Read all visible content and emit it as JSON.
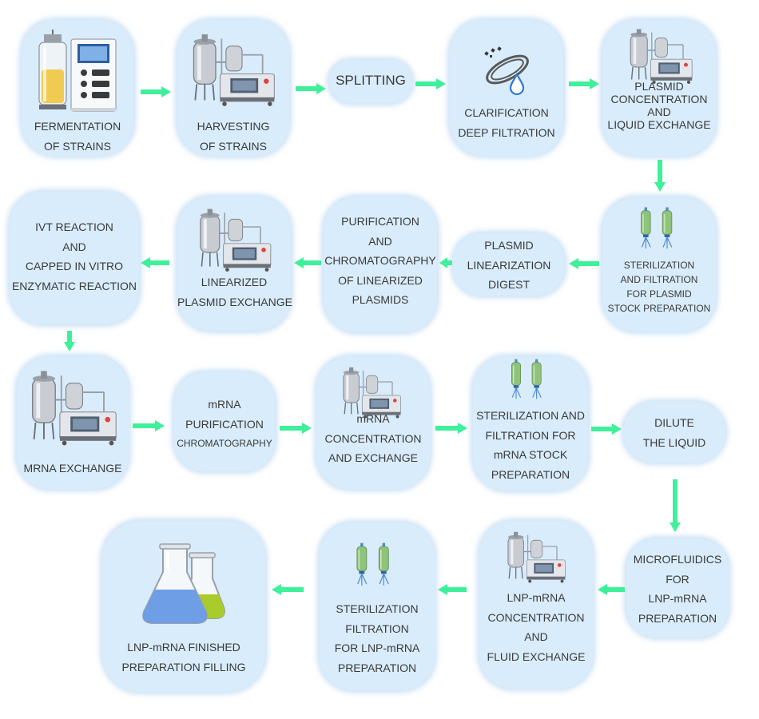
{
  "theme": {
    "node_fill": "#d9ecfb",
    "arrow_color": "#3ff09a",
    "text_color": "#3a3a3a",
    "flask_blue": "#6d9ee6",
    "flask_green": "#a9cc2c",
    "filter_green": "#8fc27a"
  },
  "steps": {
    "fermentation": {
      "icon": "bioreactor-icon",
      "lines": [
        "FERMENTATION",
        "OF STRAINS"
      ]
    },
    "harvesting": {
      "icon": "process-skid-icon",
      "lines": [
        "HARVESTING",
        "OF STRAINS"
      ]
    },
    "splitting": {
      "lines": [
        "SPLITTING"
      ]
    },
    "clarification": {
      "icon": "filter-disc-icon",
      "lines": [
        "CLARIFICATION",
        "DEEP FILTRATION"
      ]
    },
    "plasmid_conc": {
      "icon": "process-skid-icon",
      "lines": [
        "PLASMID",
        "CONCENTRATION",
        "AND",
        "LIQUID EXCHANGE"
      ]
    },
    "sterilization_plasmid": {
      "icon": "capsule-filter-icon",
      "lines": [
        "STERILIZATION",
        "AND FILTRATION",
        "FOR PLASMID",
        "STOCK PREPARATION"
      ]
    },
    "linearization": {
      "lines": [
        "PLASMID",
        "LINEARIZATION",
        "DIGEST"
      ]
    },
    "purification_linearized": {
      "lines": [
        "PURIFICATION",
        "AND",
        "CHROMATOGRAPHY",
        "OF LINEARIZED",
        "PLASMIDS"
      ]
    },
    "linearized_exchange": {
      "icon": "process-skid-icon",
      "lines": [
        "LINEARIZED",
        "PLASMID EXCHANGE"
      ]
    },
    "ivt": {
      "lines": [
        "IVT REACTION",
        "AND",
        "CAPPED IN VITRO",
        "ENZYMATIC REACTION"
      ]
    },
    "mrna_exchange": {
      "icon": "process-skid-icon",
      "lines": [
        "MRNA EXCHANGE"
      ]
    },
    "mrna_purification": {
      "lines": [
        "mRNA",
        "PURIFICATION",
        "CHROMATOGRAPHY"
      ]
    },
    "mrna_conc": {
      "icon": "process-skid-icon",
      "lines": [
        "mRNA",
        "CONCENTRATION",
        "AND EXCHANGE"
      ]
    },
    "sterilization_mrna": {
      "icon": "capsule-filter-icon",
      "lines": [
        "STERILIZATION AND",
        "FILTRATION FOR",
        "mRNA STOCK",
        "PREPARATION"
      ]
    },
    "dilute": {
      "lines": [
        "DILUTE",
        "THE LIQUID"
      ]
    },
    "microfluidics": {
      "lines": [
        "MICROFLUIDICS",
        "FOR",
        "LNP-mRNA",
        "PREPARATION"
      ]
    },
    "lnp_conc": {
      "icon": "process-skid-icon",
      "lines": [
        "LNP-mRNA",
        "CONCENTRATION",
        "AND",
        "FLUID EXCHANGE"
      ]
    },
    "sterilization_lnp": {
      "icon": "capsule-filter-icon",
      "lines": [
        "STERILIZATION",
        "FILTRATION",
        "FOR LNP-mRNA",
        "PREPARATION"
      ]
    },
    "filling": {
      "icon": "flask-icon",
      "lines": [
        "LNP-mRNA FINISHED",
        "PREPARATION FILLING"
      ]
    }
  },
  "flow": [
    "fermentation",
    "harvesting",
    "splitting",
    "clarification",
    "plasmid_conc",
    "sterilization_plasmid",
    "linearization",
    "purification_linearized",
    "linearized_exchange",
    "ivt",
    "mrna_exchange",
    "mrna_purification",
    "mrna_conc",
    "sterilization_mrna",
    "dilute",
    "microfluidics",
    "lnp_conc",
    "sterilization_lnp",
    "filling"
  ]
}
